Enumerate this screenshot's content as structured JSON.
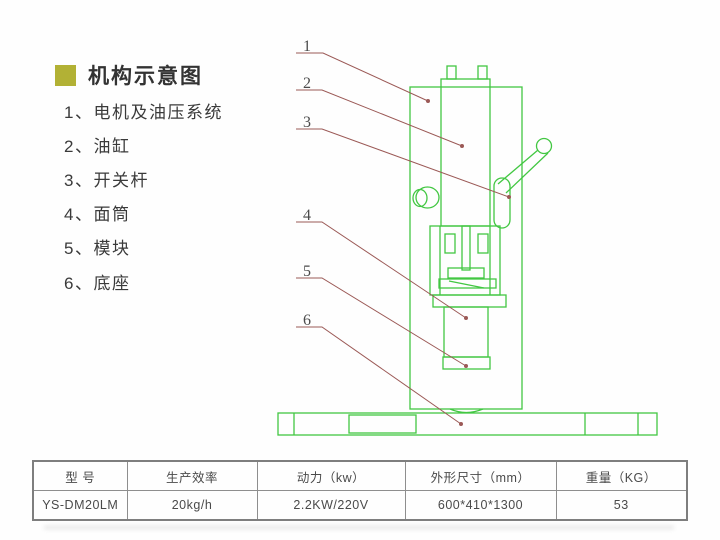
{
  "colors": {
    "accent_olive": "#b2b135",
    "diagram_green": "#42c742",
    "leader_red": "#9b5956"
  },
  "legend": {
    "title": "机构示意图",
    "items": [
      {
        "text": "1、电机及油压系统"
      },
      {
        "text": "2、油缸"
      },
      {
        "text": "3、开关杆"
      },
      {
        "text": "4、面筒"
      },
      {
        "text": "5、模块"
      },
      {
        "text": "6、底座"
      }
    ]
  },
  "diagram": {
    "callouts": [
      "1",
      "2",
      "3",
      "4",
      "5",
      "6"
    ]
  },
  "table": {
    "headers": [
      "型 号",
      "生产效率",
      "动力（kw）",
      "外形尺寸（mm）",
      "重量（KG）"
    ],
    "rows": [
      [
        "YS-DM20LM",
        "20kg/h",
        "2.2KW/220V",
        "600*410*1300",
        "53"
      ]
    ]
  }
}
